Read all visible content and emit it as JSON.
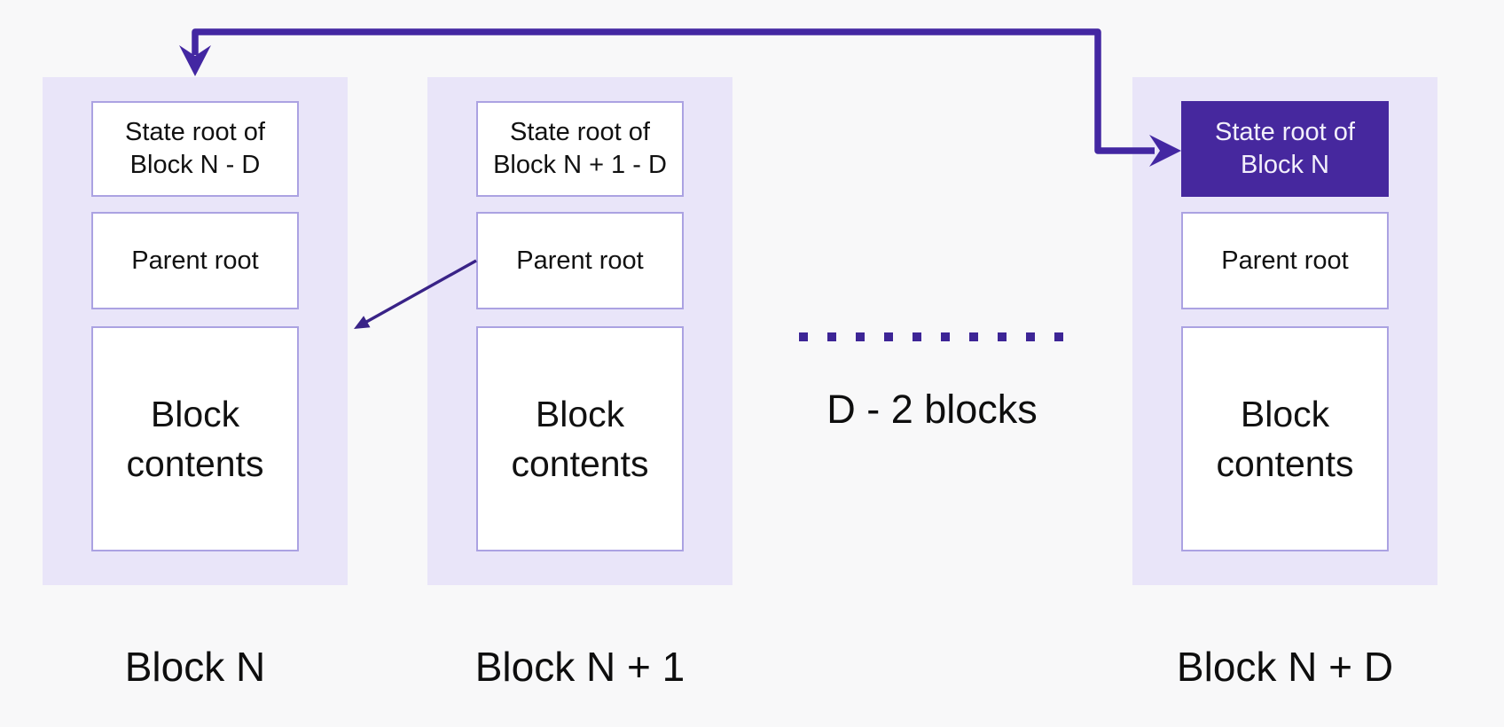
{
  "colors": {
    "background": "#f8f8f9",
    "container_fill": "#e9e5f9",
    "box_border": "#aba2e2",
    "box_fill": "#ffffff",
    "highlight_fill": "#46289e",
    "highlight_text": "#f2effb",
    "thick_arrow": "#4327a2",
    "thin_arrow": "#392387",
    "dots": "#3d2596",
    "text": "#111111"
  },
  "blocks": [
    {
      "state_root": {
        "line1": "State root of",
        "line2": "Block N - D"
      },
      "parent_root": "Parent root",
      "contents": {
        "line1": "Block",
        "line2": "contents"
      },
      "label": "Block N",
      "highlighted": false
    },
    {
      "state_root": {
        "line1": "State root of",
        "line2": "Block N + 1 - D"
      },
      "parent_root": "Parent root",
      "contents": {
        "line1": "Block",
        "line2": "contents"
      },
      "label": "Block N + 1",
      "highlighted": false
    },
    {
      "state_root": {
        "line1": "State root of",
        "line2": "Block N"
      },
      "parent_root": "Parent root",
      "contents": {
        "line1": "Block",
        "line2": "contents"
      },
      "label": "Block N + D",
      "highlighted": true
    }
  ],
  "ellipsis": {
    "label": "D - 2 blocks"
  }
}
